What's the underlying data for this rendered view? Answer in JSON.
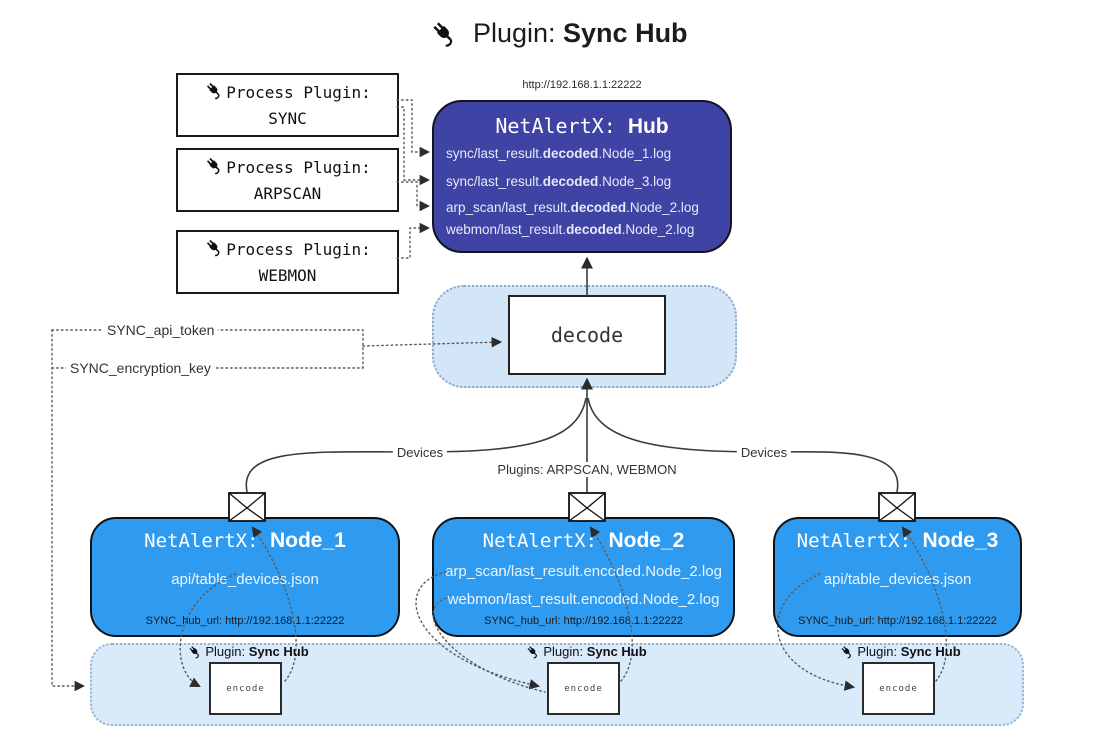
{
  "title": {
    "prefix": "Plugin:",
    "name": "Sync Hub"
  },
  "hub": {
    "url": "http://192.168.1.1:22222",
    "name_prefix": "NetAlertX:",
    "name": "Hub",
    "logs": [
      {
        "pre": "sync/last_result.",
        "em": "decoded",
        "post": ".Node_1.log"
      },
      {
        "pre": "sync/last_result.",
        "em": "decoded",
        "post": ".Node_3.log"
      },
      {
        "pre": "arp_scan/last_result.",
        "em": "decoded",
        "post": ".Node_2.log"
      },
      {
        "pre": "webmon/last_result.",
        "em": "decoded",
        "post": ".Node_2.log"
      }
    ]
  },
  "process_plugins": [
    {
      "label": "Process Plugin:",
      "name": "SYNC"
    },
    {
      "label": "Process Plugin:",
      "name": "ARPSCAN"
    },
    {
      "label": "Process Plugin:",
      "name": "WEBMON"
    }
  ],
  "settings": {
    "api_token": "SYNC_api_token",
    "encryption_key": "SYNC_encryption_key"
  },
  "decode_label": "decode",
  "edge_labels": {
    "left": "Devices",
    "center": "Plugins: ARPSCAN, WEBMON",
    "right": "Devices"
  },
  "nodes": [
    {
      "name_prefix": "NetAlertX:",
      "name": "Node_1",
      "files": [
        "api/table_devices.json"
      ],
      "hub_url": "SYNC_hub_url: http://192.168.1.1:22222"
    },
    {
      "name_prefix": "NetAlertX:",
      "name": "Node_2",
      "files": [
        "arp_scan/last_result.encoded.Node_2.log",
        "webmon/last_result.encoded.Node_2.log"
      ],
      "hub_url": "SYNC_hub_url: http://192.168.1.1:22222"
    },
    {
      "name_prefix": "NetAlertX:",
      "name": "Node_3",
      "files": [
        "api/table_devices.json"
      ],
      "hub_url": "SYNC_hub_url: http://192.168.1.1:22222"
    }
  ],
  "encoders": {
    "plugin_prefix": "Plugin:",
    "plugin_name": "Sync Hub",
    "encode_label": "encode"
  },
  "colors": {
    "hub": "#3f43a3",
    "node": "#2f9bf0",
    "band": "#d9eafb",
    "decode_area": "#d2e6f8"
  }
}
